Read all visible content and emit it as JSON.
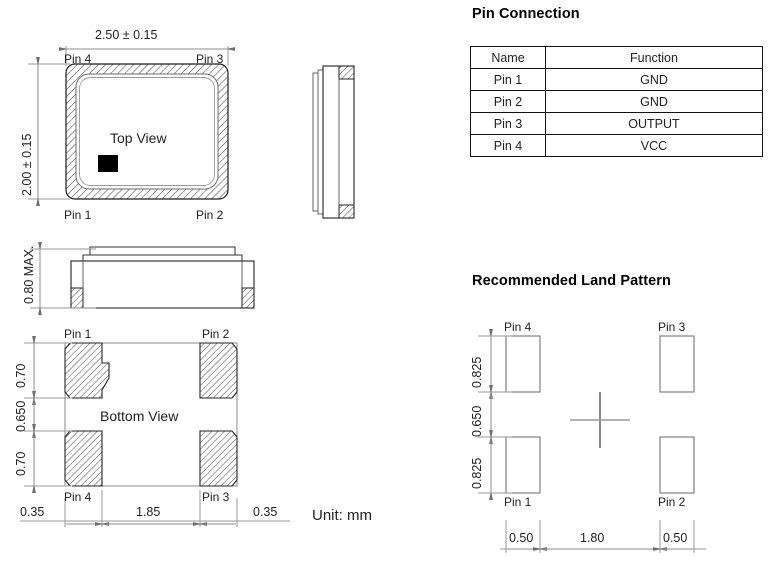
{
  "document": {
    "unit_note": "Unit: mm"
  },
  "top_view": {
    "label": "Top View",
    "width_dim": "2.50 ± 0.15",
    "height_dim": "2.00 ± 0.15",
    "pins": {
      "top_left": "Pin 4",
      "top_right": "Pin 3",
      "bottom_left": "Pin 1",
      "bottom_right": "Pin 2"
    }
  },
  "front_view": {
    "height_dim": "0.80 MAX."
  },
  "bottom_view": {
    "label": "Bottom View",
    "pins": {
      "top_left": "Pin 1",
      "top_right": "Pin 2",
      "bottom_left": "Pin 4",
      "bottom_right": "Pin 3"
    },
    "vertical_dims": [
      "0.70",
      "0.650",
      "0.70"
    ],
    "horizontal_dims": [
      "0.35",
      "1.85",
      "0.35"
    ]
  },
  "pin_connection": {
    "title": "Pin Connection",
    "columns": [
      "Name",
      "Function"
    ],
    "rows": [
      {
        "name": "Pin 1",
        "function": "GND"
      },
      {
        "name": "Pin 2",
        "function": "GND"
      },
      {
        "name": "Pin 3",
        "function": "OUTPUT"
      },
      {
        "name": "Pin 4",
        "function": "VCC"
      }
    ]
  },
  "land_pattern": {
    "title": "Recommended Land Pattern",
    "pins": {
      "top_left": "Pin 4",
      "top_right": "Pin 3",
      "bottom_left": "Pin 1",
      "bottom_right": "Pin 2"
    },
    "vertical_dims": [
      "0.825",
      "0.650",
      "0.825"
    ],
    "horizontal_dims": [
      "0.50",
      "1.80",
      "0.50"
    ]
  },
  "colors": {
    "line": "#3a3a3a",
    "dim_line": "#9a9a9a",
    "outline": "#1a1a1a",
    "marker": "#000000",
    "hatch": "#4a4a4a"
  }
}
